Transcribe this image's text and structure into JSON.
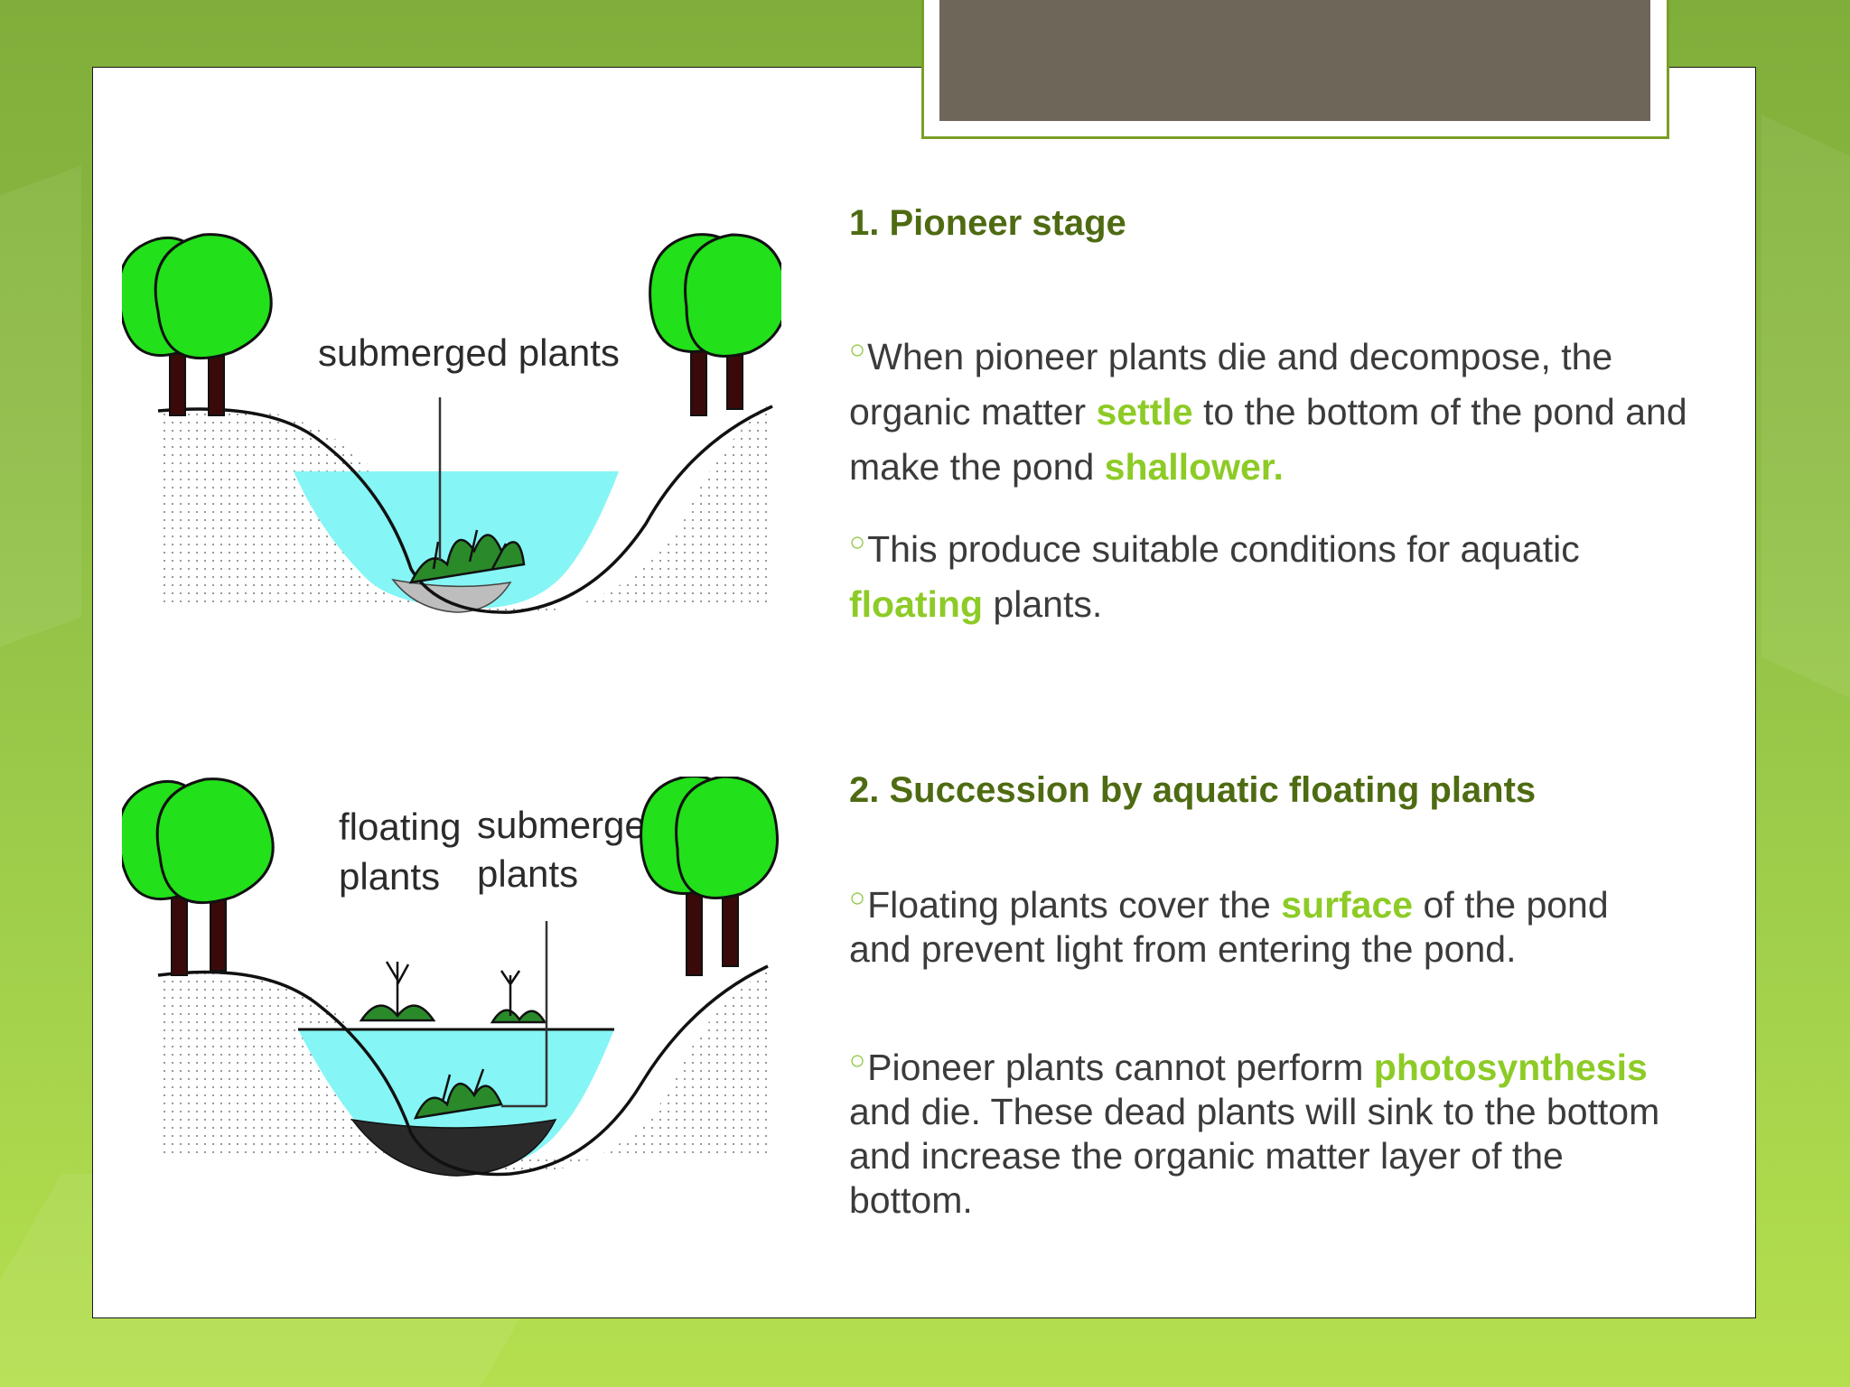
{
  "slide": {
    "section1": {
      "heading": "1. Pioneer stage",
      "bullet1": {
        "text_a": "When pioneer plants die and decompose, the organic matter ",
        "hl_a": "settle",
        "text_b": " to the bottom of the pond and make the pond ",
        "hl_b": "shallower."
      },
      "bullet2": {
        "text_a": "This produce suitable conditions for aquatic ",
        "hl_a": "floating",
        "text_b": " plants."
      }
    },
    "section2": {
      "heading": "2. Succession by aquatic floating plants",
      "bullet1": {
        "text_a": "Floating plants cover the ",
        "hl_a": "surface",
        "text_b": " of the pond and prevent light from entering the pond."
      },
      "bullet2": {
        "text_a": "Pioneer plants cannot perform ",
        "hl_a": "photosynthesis",
        "text_b": " and die. These dead plants will sink to the bottom and increase the organic matter layer of the bottom."
      }
    }
  },
  "diagram1": {
    "label": "submerged plants"
  },
  "diagram2": {
    "label_floating_1": "floating",
    "label_floating_2": "plants",
    "label_submerged_1": "submerged",
    "label_submerged_2": "plants"
  },
  "colors": {
    "background": "#8fbe45",
    "heading": "#4e6b12",
    "highlight": "#8dcb26",
    "body_text": "#3b3b3b",
    "tree_canopy": "#22e01a",
    "water": "#86f5f5",
    "title_box": "#6f665a"
  },
  "icons": [
    "bullet-icon",
    "tree-icon",
    "plant-icon"
  ]
}
